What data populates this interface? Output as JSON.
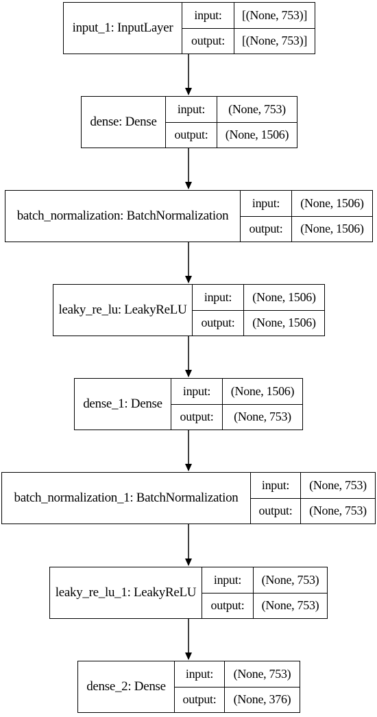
{
  "nodes": [
    {
      "id": "input_1",
      "name": "input_1: InputLayer",
      "input_label": "input:",
      "output_label": "output:",
      "input": "[(None, 753)]",
      "output": "[(None, 753)]"
    },
    {
      "id": "dense",
      "name": "dense: Dense",
      "input_label": "input:",
      "output_label": "output:",
      "input": "(None, 753)",
      "output": "(None, 1506)"
    },
    {
      "id": "batch_normalization",
      "name": "batch_normalization: BatchNormalization",
      "input_label": "input:",
      "output_label": "output:",
      "input": "(None, 1506)",
      "output": "(None, 1506)"
    },
    {
      "id": "leaky_re_lu",
      "name": "leaky_re_lu: LeakyReLU",
      "input_label": "input:",
      "output_label": "output:",
      "input": "(None, 1506)",
      "output": "(None, 1506)"
    },
    {
      "id": "dense_1",
      "name": "dense_1: Dense",
      "input_label": "input:",
      "output_label": "output:",
      "input": "(None, 1506)",
      "output": "(None, 753)"
    },
    {
      "id": "batch_normalization_1",
      "name": "batch_normalization_1: BatchNormalization",
      "input_label": "input:",
      "output_label": "output:",
      "input": "(None, 753)",
      "output": "(None, 753)"
    },
    {
      "id": "leaky_re_lu_1",
      "name": "leaky_re_lu_1: LeakyReLU",
      "input_label": "input:",
      "output_label": "output:",
      "input": "(None, 753)",
      "output": "(None, 753)"
    },
    {
      "id": "dense_2",
      "name": "dense_2: Dense",
      "input_label": "input:",
      "output_label": "output:",
      "input": "(None, 753)",
      "output": "(None, 376)"
    }
  ],
  "edges": [
    [
      "input_1",
      "dense"
    ],
    [
      "dense",
      "batch_normalization"
    ],
    [
      "batch_normalization",
      "leaky_re_lu"
    ],
    [
      "leaky_re_lu",
      "dense_1"
    ],
    [
      "dense_1",
      "batch_normalization_1"
    ],
    [
      "batch_normalization_1",
      "leaky_re_lu_1"
    ],
    [
      "leaky_re_lu_1",
      "dense_2"
    ]
  ]
}
